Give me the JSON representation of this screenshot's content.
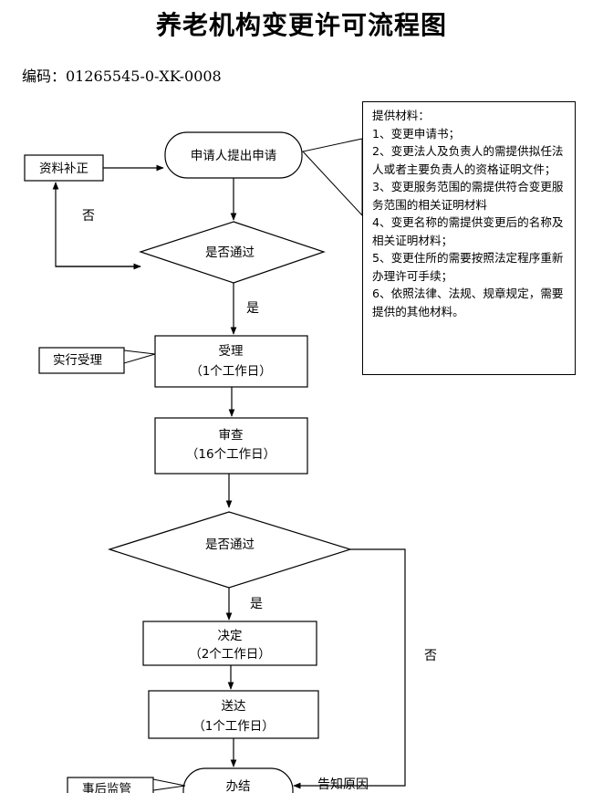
{
  "title": "养老机构变更许可流程图",
  "code": "编码：01265545-0-XK-0008",
  "materials": {
    "heading": "提供材料：",
    "items": [
      "1、变更申请书；",
      "2、变更法人及负责人的需提供拟任法人或者主要负责人的资格证明文件；",
      "3、变更服务范围的需提供符合变更服务范围的相关证明材料",
      "4、变更名称的需提供变更后的名称及相关证明材料；",
      "5、变更住所的需要按照法定程序重新办理许可手续；",
      "6、依照法律、法规、规章规定，需要提供的其他材料。"
    ]
  },
  "nodes": {
    "apply": "申请人提出申请",
    "supplement": "资料补正",
    "check1": "是否通过",
    "accept_note": "实行受理",
    "accept": {
      "line1": "受理",
      "line2": "（1个工作日）"
    },
    "review": {
      "line1": "审查",
      "line2": "（16个工作日）"
    },
    "check2": "是否通过",
    "decide": {
      "line1": "决定",
      "line2": "（2个工作日）"
    },
    "deliver": {
      "line1": "送达",
      "line2": "（1个工作日）"
    },
    "finish": "办结",
    "supervise_note": "事后监管"
  },
  "labels": {
    "no1": "否",
    "yes1": "是",
    "yes2": "是",
    "no2": "否",
    "reason": "告知原因"
  }
}
